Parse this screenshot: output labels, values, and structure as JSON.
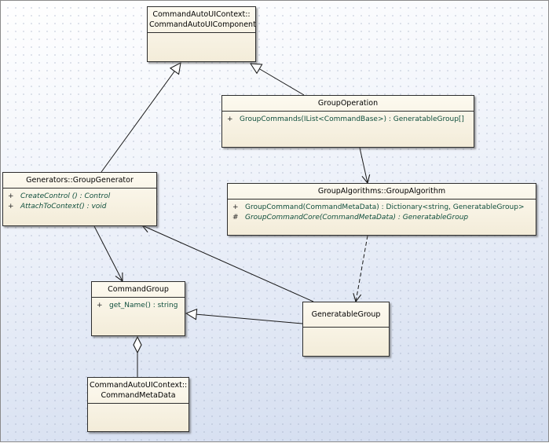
{
  "diagram": {
    "classes": {
      "command_auto_ui_component": {
        "name_line1": "CommandAutoUIContext::",
        "name_line2": "CommandAutoUIComponent"
      },
      "group_operation": {
        "name": "GroupOperation",
        "operations": [
          {
            "visibility": "+",
            "signature": "GroupCommands(IList<CommandBase>) : GeneratableGroup[]"
          }
        ]
      },
      "group_generator": {
        "name": "Generators::GroupGenerator",
        "operations": [
          {
            "visibility": "+",
            "signature": "CreateControl () : Control"
          },
          {
            "visibility": "+",
            "signature": "AttachToContext() : void"
          }
        ]
      },
      "group_algorithm": {
        "name": "GroupAlgorithms::GroupAlgorithm",
        "operations": [
          {
            "visibility": "+",
            "signature": "GroupCommand(CommandMetaData) : Dictionary<string, GeneratableGroup>"
          },
          {
            "visibility": "#",
            "signature": "GroupCommandCore(CommandMetaData) : GeneratableGroup"
          }
        ]
      },
      "command_group": {
        "name": "CommandGroup",
        "operations": [
          {
            "visibility": "+",
            "signature": "get_Name() : string"
          }
        ]
      },
      "generatable_group": {
        "name": "GeneratableGroup"
      },
      "command_meta_data": {
        "name_line1": "CommandAutoUIContext::",
        "name_line2": "CommandMetaData"
      }
    },
    "colors": {
      "line": "#1a1a1a",
      "class_fill": "#f7f1e1",
      "operation_text": "#0f4e3c"
    }
  }
}
